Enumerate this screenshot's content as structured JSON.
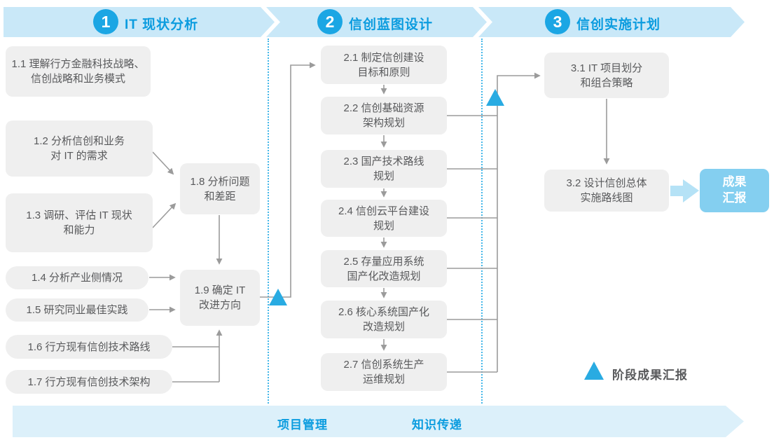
{
  "phases": [
    {
      "number": "1",
      "title": "IT 现状分析"
    },
    {
      "number": "2",
      "title": "信创蓝图设计"
    },
    {
      "number": "3",
      "title": "信创实施计划"
    }
  ],
  "steps": {
    "s11": {
      "l1": "1.1 理解行方金融科技战略、",
      "l2": "信创战略和业务模式"
    },
    "s12": {
      "l1": "1.2 分析信创和业务",
      "l2": "对 IT 的需求"
    },
    "s13": {
      "l1": "1.3 调研、评估 IT 现状",
      "l2": "和能力"
    },
    "s14": {
      "l1": "1.4 分析产业侧情况"
    },
    "s15": {
      "l1": "1.5 研究同业最佳实践"
    },
    "s16": {
      "l1": "1.6 行方现有信创技术路线"
    },
    "s17": {
      "l1": "1.7 行方现有信创技术架构"
    },
    "s18": {
      "l1": "1.8 分析问题",
      "l2": "和差距"
    },
    "s19": {
      "l1": "1.9 确定 IT",
      "l2": "改进方向"
    },
    "s21": {
      "l1": "2.1 制定信创建设",
      "l2": "目标和原则"
    },
    "s22": {
      "l1": "2.2 信创基础资源",
      "l2": "架构规划"
    },
    "s23": {
      "l1": "2.3 国产技术路线",
      "l2": "规划"
    },
    "s24": {
      "l1": "2.4 信创云平台建设",
      "l2": "规划"
    },
    "s25": {
      "l1": "2.5 存量应用系统",
      "l2": "国产化改造规划"
    },
    "s26": {
      "l1": "2.6 核心系统国产化",
      "l2": "改造规划"
    },
    "s27": {
      "l1": "2.7 信创系统生产",
      "l2": "运维规划"
    },
    "s31": {
      "l1": "3.1 IT 项目划分",
      "l2": "和组合策略"
    },
    "s32": {
      "l1": "3.2 设计信创总体",
      "l2": "实施路线图"
    }
  },
  "result_box": {
    "l1": "成果",
    "l2": "汇报"
  },
  "legend": {
    "label": "阶段成果汇报"
  },
  "bottom_banner": {
    "left_label": "项目管理",
    "right_label": "知识传递"
  },
  "colors": {
    "banner_fill": "#C9E8F8",
    "bottom_banner_fill": "#DCF0FA",
    "accent_blue": "#1BA6E4",
    "title_blue": "#0B9CDF",
    "triangle_blue": "#29ABE2",
    "box_gray": "#EFEFEF",
    "box_text": "#58595B",
    "connector_gray": "#9B9B9B",
    "result_box_fill": "#84CFF0",
    "thick_arrow_fill": "#B5E2F6",
    "divider_dotted_blue": "#44B7E9"
  }
}
